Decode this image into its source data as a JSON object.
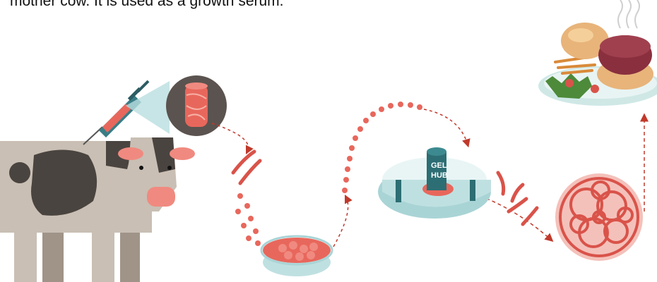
{
  "caption": "mother cow. It is used as a growth serum.",
  "hub_label": {
    "line1": "GEL",
    "line2": "HUB"
  },
  "colors": {
    "cow_body": "#c9bfb4",
    "cow_spot": "#4a4440",
    "cow_ear": "#f08a80",
    "cell": "#e8675c",
    "meat_fiber": "#d9534a",
    "dish": "#a9d4d6",
    "hub": "#2c6e73",
    "plate": "#cfe8e6",
    "patty": "#8a2f3e",
    "bun": "#e8b47a",
    "arrow": "#c0392b",
    "syringe": "#3a7d86"
  },
  "icons": [
    "cow-icon",
    "syringe-icon",
    "tissue-sample-icon",
    "muscle-fiber-icon",
    "petri-dish-icon",
    "gel-hub-icon",
    "meat-mass-icon",
    "burger-plate-icon",
    "steam-icon"
  ]
}
